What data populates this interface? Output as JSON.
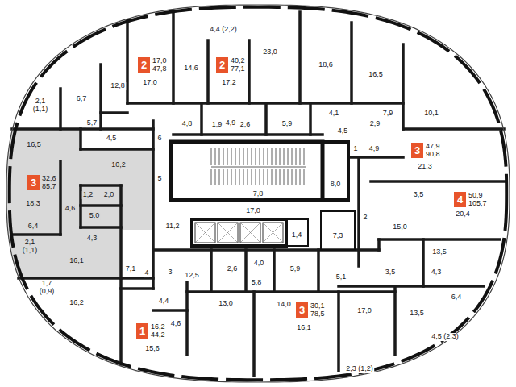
{
  "diagram": {
    "nodes": [
      {
        "text": [
          "2",
          "17,0",
          "47,8"
        ]
      },
      {
        "text": [
          "2",
          "40,2",
          "77,1"
        ]
      },
      {
        "text": [
          "3",
          "47,9",
          "90,8"
        ]
      },
      {
        "text": [
          "3",
          "32,6",
          "85,7"
        ]
      },
      {
        "text": [
          "4",
          "50,9",
          "105,7"
        ]
      },
      {
        "text": [
          "3",
          "30,1",
          "78,5"
        ]
      },
      {
        "text": [
          "1",
          "16,2",
          "44,2"
        ]
      }
    ],
    "labels": [
      "4,4 (2,2)",
      "23,0",
      "14,6",
      "18,6",
      "16,5",
      "17,0",
      "17,2",
      "12,8",
      "6,7",
      "2,1 (1,1)",
      "4,1",
      "7,9",
      "10,1",
      "5,7",
      "4,8",
      "1,9",
      "4,9",
      "2,6",
      "5,9",
      "2,9",
      "4,5",
      "4,5",
      "6",
      "16,5",
      "1",
      "4,9",
      "10,2",
      "21,3",
      "5",
      "8,0",
      "7,8",
      "1,2",
      "2,0",
      "3,5",
      "18,3",
      "4,6",
      "17,0",
      "5,0",
      "20,4",
      "2",
      "6,4",
      "11,2",
      "15,0",
      "1,4",
      "7,3",
      "4,3",
      "2,1 (1,1)",
      "13,5",
      "16,1",
      "4,0",
      "2,6",
      "5,9",
      "7,1",
      "4",
      "3",
      "4,3",
      "3,5",
      "12,5",
      "5,1",
      "5,8",
      "1,7 (0,9)",
      "6,4",
      "4,4",
      "16,2",
      "13,0",
      "14,0",
      "17,0",
      "13,5",
      "4,6",
      "16,1",
      "4,5 (2,3)",
      "15,6",
      "2,3 (1,2)"
    ]
  }
}
